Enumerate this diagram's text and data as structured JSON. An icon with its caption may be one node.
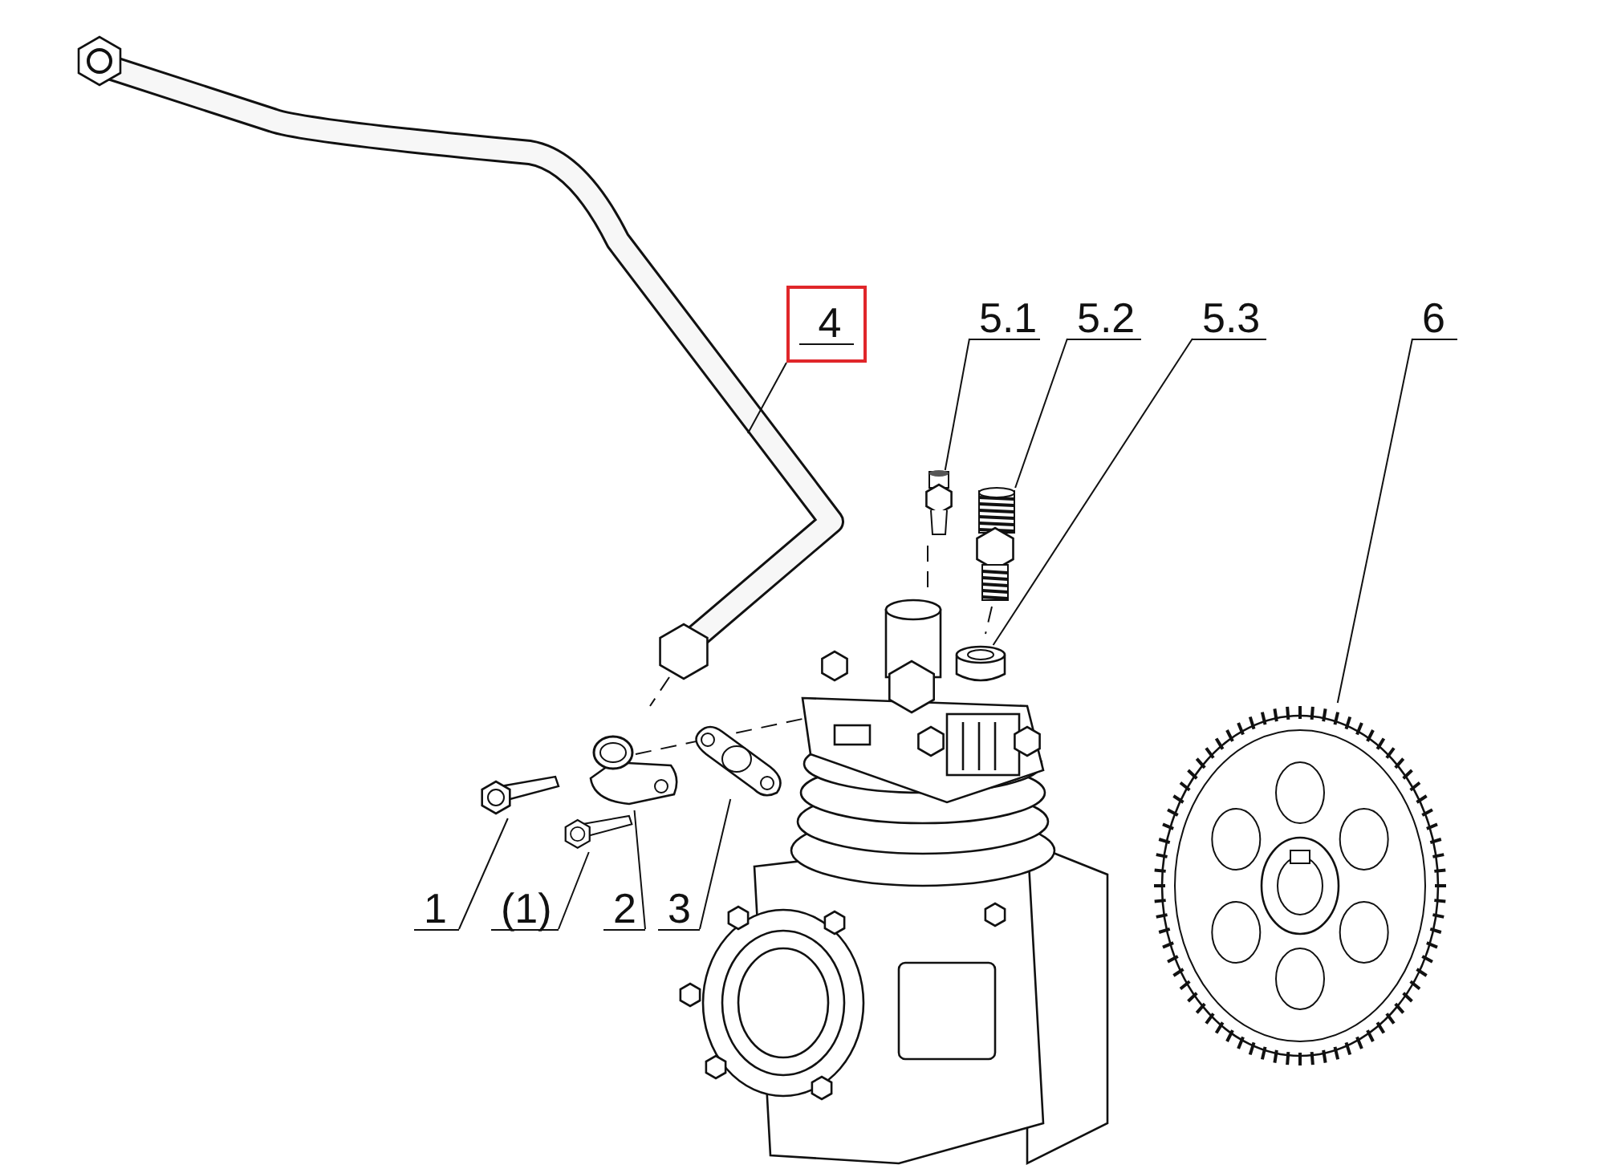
{
  "diagram": {
    "nodes": [
      {
        "text": [
          "4"
        ]
      },
      {
        "text": [
          "5.1"
        ]
      },
      {
        "text": [
          "5.2"
        ]
      },
      {
        "text": [
          "5.3"
        ]
      },
      {
        "text": [
          "6"
        ]
      },
      {
        "text": [
          "1"
        ]
      },
      {
        "text": [
          "(1)"
        ]
      },
      {
        "text": [
          "2"
        ]
      },
      {
        "text": [
          "3"
        ]
      },
      {
        "text": [],
        "shape": "picture"
      },
      {
        "text": [],
        "shape": "picture"
      },
      {
        "text": [],
        "shape": "picture"
      },
      {
        "text": [],
        "shape": "picture"
      },
      {
        "text": [],
        "shape": "picture"
      },
      {
        "text": [],
        "shape": "picture"
      },
      {
        "text": [],
        "shape": "picture"
      },
      {
        "text": [],
        "shape": "cylinder"
      }
    ],
    "edges": [
      {
        "from": 0,
        "to": null,
        "arrow": "none"
      },
      {
        "from": 1,
        "to": 9,
        "arrow": "none"
      },
      {
        "from": 2,
        "to": 10,
        "arrow": "none"
      },
      {
        "from": 3,
        "to": 16,
        "arrow": "none"
      },
      {
        "from": 4,
        "to": 11,
        "arrow": "none"
      },
      {
        "from": 5,
        "to": 12,
        "arrow": "none"
      },
      {
        "from": 6,
        "to": 13,
        "arrow": "none"
      },
      {
        "from": 7,
        "to": 14,
        "arrow": "none"
      },
      {
        "from": 8,
        "to": 15,
        "arrow": "none"
      }
    ]
  }
}
